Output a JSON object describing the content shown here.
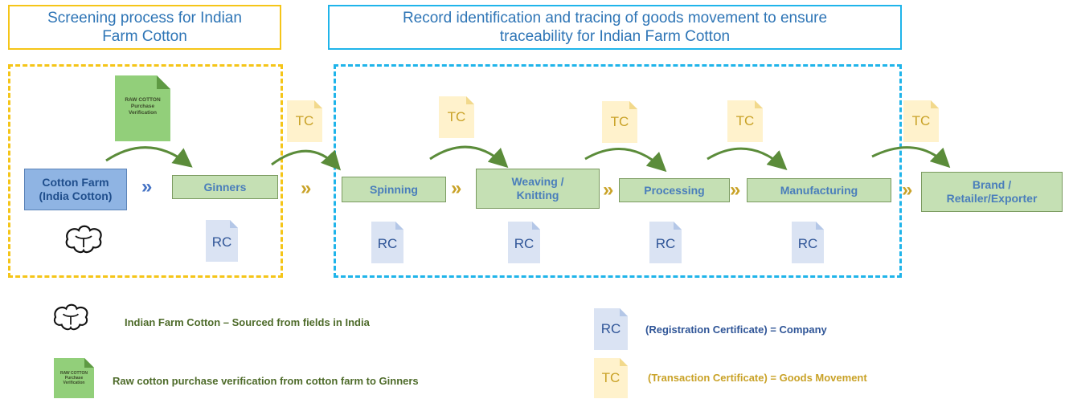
{
  "titles": {
    "screening": "Screening process for Indian\nFarm Cotton",
    "tracing": "Record identification and tracing of goods movement to ensure\ntraceability for Indian Farm Cotton"
  },
  "raw_doc": {
    "l1": "RAW COTTON",
    "l2": "Purchase",
    "l3": "Verification"
  },
  "nodes": {
    "cotton_farm": "Cotton Farm\n(India Cotton)",
    "ginners": "Ginners",
    "spinning": "Spinning",
    "weaving": "Weaving /\nKnitting",
    "processing": "Processing",
    "manufacturing": "Manufacturing",
    "brand": "Brand /\nRetailer/Exporter"
  },
  "chevron": "»",
  "rc_label": "RC",
  "tc_label": "TC",
  "legend": {
    "cotton_text": "Indian Farm Cotton – Sourced from fields in India",
    "raw_text": "Raw cotton purchase verification from cotton farm to  Ginners",
    "rc_text": "(Registration Certificate) = Company",
    "tc_text": "(Transaction Certificate) = Goods Movement"
  },
  "colors": {
    "yellow": "#f5c518",
    "cyan": "#1fb4ea",
    "title_text": "#2e75b6",
    "arrow": "#5b8c3a",
    "chev_blue": "#4472c4",
    "chev_gold": "#c9a227",
    "legend_green": "#4e6b2a",
    "legend_blue": "#2f5597",
    "legend_gold": "#c9a227"
  }
}
